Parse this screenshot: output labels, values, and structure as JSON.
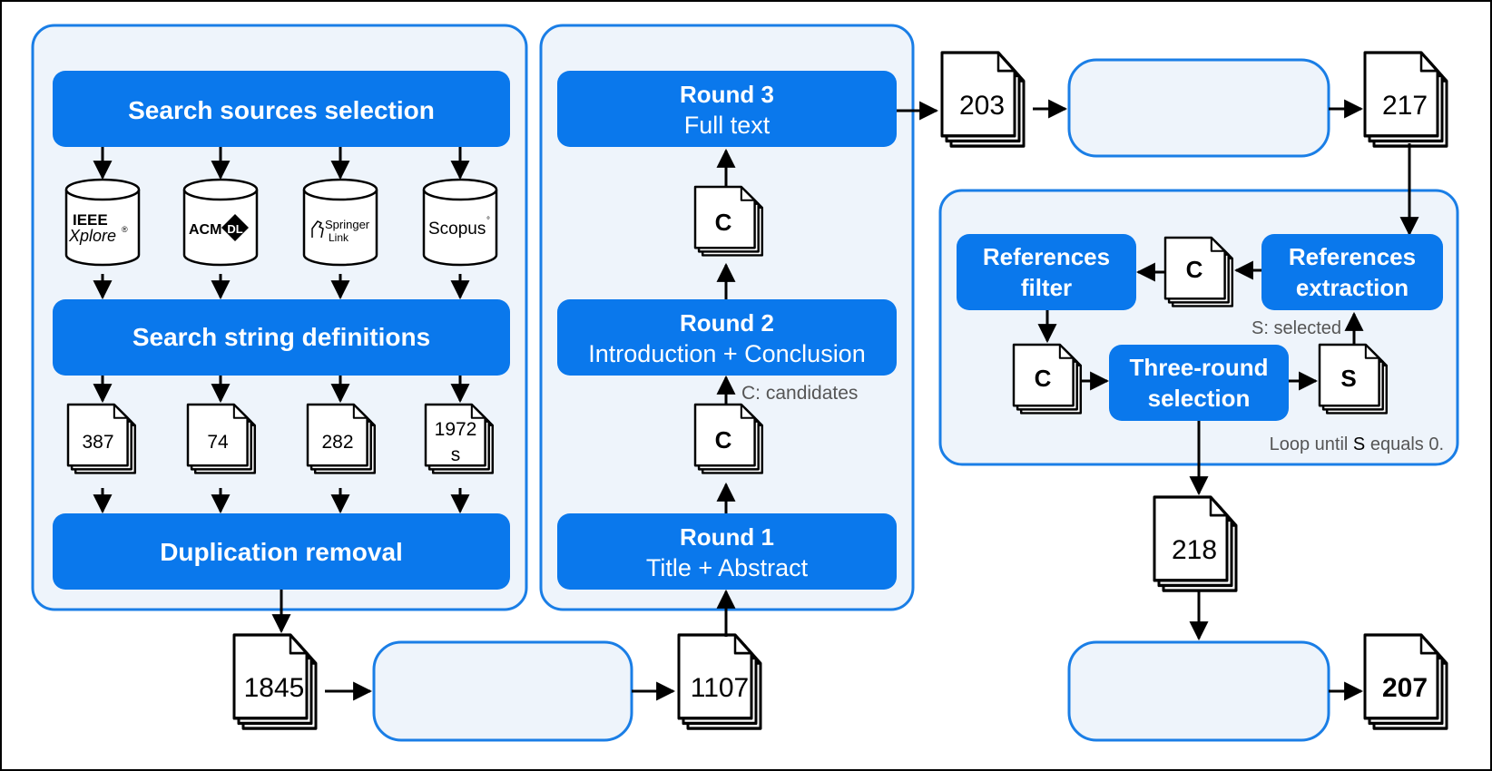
{
  "colors": {
    "accent": "#0a78ec",
    "panel_fill": "#eef4fb",
    "panel_stroke": "#1a7ee6",
    "line": "#000000"
  },
  "search": {
    "sources_label": "Search sources selection",
    "string_label": "Search string definitions",
    "dedup_label": "Duplication removal",
    "databases": [
      {
        "line1": "IEEE",
        "line2": "Xplore",
        "mark": "®"
      },
      {
        "line1": "ACM",
        "badge": "DL"
      },
      {
        "line1": "Springer",
        "line2": "Link"
      },
      {
        "line1": "Scopus",
        "mark": "°"
      }
    ],
    "counts": [
      {
        "line1": "387",
        "line2": ""
      },
      {
        "line1": "74",
        "line2": ""
      },
      {
        "line1": "282",
        "line2": ""
      },
      {
        "line1": "1972",
        "line2": "s"
      }
    ]
  },
  "rounds": {
    "round1_title": "Round 1",
    "round1_sub": "Title + Abstract",
    "round2_title": "Round 2",
    "round2_sub": "Introduction + Conclusion",
    "round3_title": "Round 3",
    "round3_sub": "Full text",
    "candidate_letter": "C",
    "candidates_legend": "C: candidates"
  },
  "snowball": {
    "extraction_line1": "References",
    "extraction_line2": "extraction",
    "filter_line1": "References",
    "filter_line2": "filter",
    "selection_line1": "Three-round",
    "selection_line2": "selection",
    "c_letter": "C",
    "s_letter": "S",
    "selected_legend": "S: selected",
    "loop_pre": "Loop until ",
    "loop_s": "S",
    "loop_post": " equals 0."
  },
  "flow_counts": {
    "after_dedup": "1845",
    "after_filter": "1107",
    "after_round3": "203",
    "after_box": "217",
    "after_snowball": "218",
    "final": "207"
  }
}
